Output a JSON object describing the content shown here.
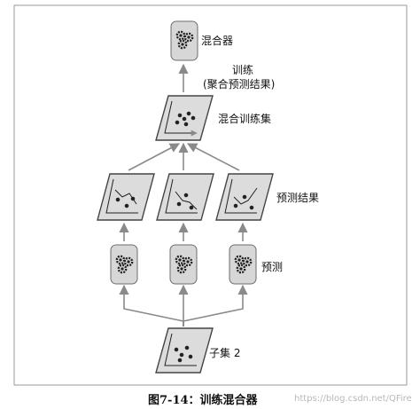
{
  "diagram": {
    "nodes": {
      "blender": "混合器",
      "train_line1": "训练",
      "train_line2": "(聚合预测结果)",
      "blend_set": "混合训练集",
      "predictions": "预测结果",
      "predict": "预测",
      "subset": "子集 2"
    },
    "caption": "图7-14：训练混合器",
    "watermark": "https://blog.csdn.net/QFire"
  },
  "icons": {
    "gear": "gear-icon",
    "chart": "scatter-chart-icon"
  },
  "colors": {
    "box_fill": "#d7d7d7",
    "box_border": "#6e6e6e",
    "line": "#8a8a8a",
    "frame": "#9a9a9a"
  }
}
